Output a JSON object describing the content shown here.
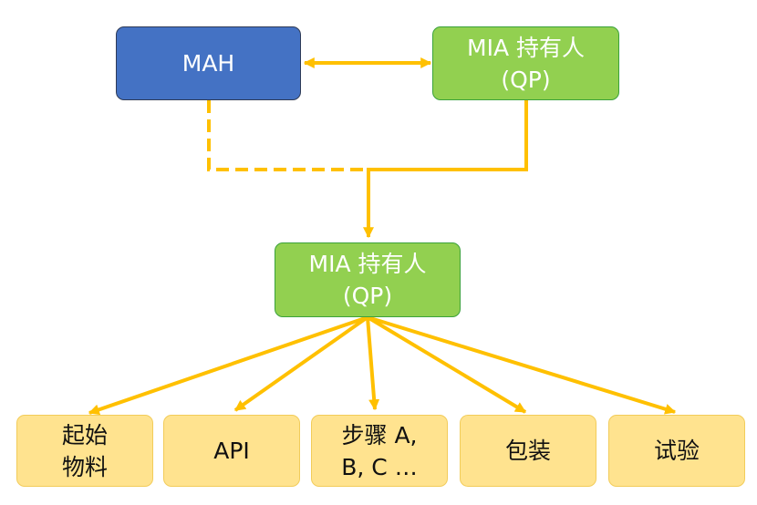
{
  "colors": {
    "mah_fill": "#4472c4",
    "qp_fill": "#92d050",
    "item_fill": "#ffe38f",
    "connector": "#ffc000",
    "label_light": "#ffffff",
    "label_dark": "#111111"
  },
  "top": {
    "mah": "MAH",
    "qp": [
      "MIA 持有人",
      "(QP)"
    ]
  },
  "middle": {
    "qp": [
      "MIA 持有人",
      "(QP)"
    ]
  },
  "items": [
    [
      "起始",
      "物料"
    ],
    [
      "API"
    ],
    [
      "步骤 A,",
      "B, C …"
    ],
    [
      "包装"
    ],
    [
      "试验"
    ]
  ]
}
